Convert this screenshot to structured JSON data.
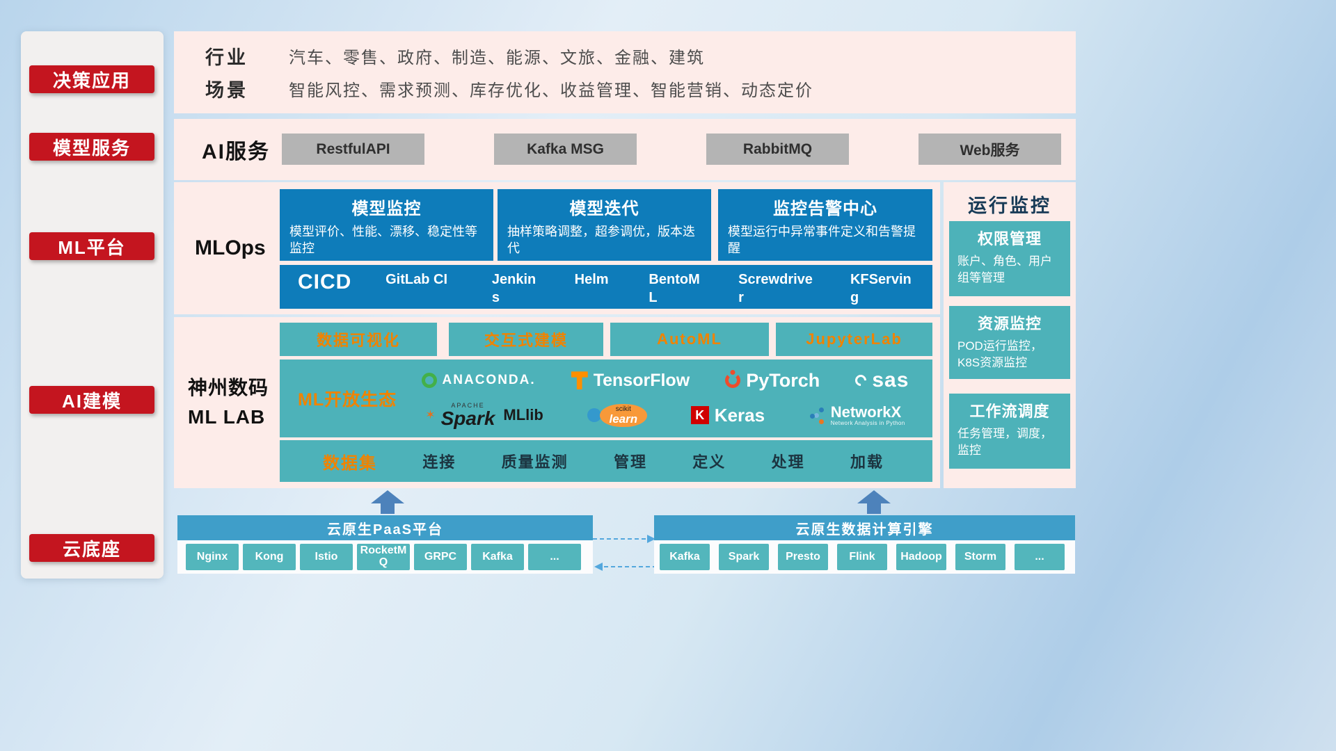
{
  "sidebar": {
    "items": [
      "决策应用",
      "模型服务",
      "ML平台",
      "AI建模",
      "云底座"
    ]
  },
  "industry_panel": {
    "rows": [
      {
        "label": "行业",
        "text": "汽车、零售、政府、制造、能源、文旅、金融、建筑"
      },
      {
        "label": "场景",
        "text": "智能风控、需求预测、库存优化、收益管理、智能营销、动态定价"
      }
    ]
  },
  "ai_service_panel": {
    "label": "AI服务",
    "buttons": [
      "RestfulAPI",
      "Kafka MSG",
      "RabbitMQ",
      "Web服务"
    ]
  },
  "mlops_panel": {
    "label": "MLOps",
    "cards": [
      {
        "title": "模型监控",
        "desc": "模型评价、性能、漂移、稳定性等监控"
      },
      {
        "title": "模型迭代",
        "desc": "抽样策略调整，超参调优，版本迭代"
      },
      {
        "title": "监控告警中心",
        "desc": "模型运行中异常事件定义和告警提醒"
      }
    ],
    "cicd_label": "CICD",
    "cicd_tools": [
      "GitLab CI",
      "Jenkins",
      "Helm",
      "BentoML",
      "Screwdriver",
      "KFServing"
    ]
  },
  "monitoring_panel": {
    "title": "运行监控",
    "cards": [
      {
        "title": "权限管理",
        "desc": "账户、角色、用户组等管理"
      },
      {
        "title": "资源监控",
        "desc": "POD运行监控，K8S资源监控"
      },
      {
        "title": "工作流调度",
        "desc": "任务管理，调度，监控"
      }
    ]
  },
  "mllab_panel": {
    "label_line1": "神州数码",
    "label_line2": "ML LAB",
    "feature_buttons": [
      "数据可视化",
      "交互式建模",
      "AutoML",
      "JupyterLab"
    ],
    "ecosystem_label": "ML开放生态",
    "logos": {
      "anaconda": "ANACONDA.",
      "tensorflow": "TensorFlow",
      "pytorch": "PyTorch",
      "sas": "sas",
      "spark_top": "APACHE",
      "spark": "Spark",
      "mllib": "MLlib",
      "scikit_top": "scikit",
      "scikit": "learn",
      "keras_k": "K",
      "keras": "Keras",
      "networkx": "NetworkX",
      "networkx_sub": "Network Analysis in Python"
    },
    "data_row_label": "数据集",
    "data_row_items": [
      "连接",
      "质量监测",
      "管理",
      "定义",
      "处理",
      "加载"
    ]
  },
  "paas_section": {
    "title": "云原生PaaS平台",
    "items": [
      "Nginx",
      "Kong",
      "Istio",
      "RocketMQ",
      "GRPC",
      "Kafka",
      "..."
    ]
  },
  "engine_section": {
    "title": "云原生数据计算引擎",
    "items": [
      "Kafka",
      "Spark",
      "Presto",
      "Flink",
      "Hadoop",
      "Storm",
      "..."
    ]
  },
  "icons": {
    "up_arrow": "solid-blue-up-arrow",
    "dashed_arrow_right": "dashed-line-arrow-right",
    "dashed_arrow_left": "dashed-line-arrow-left",
    "anaconda_icon": "green-ring",
    "tensorflow_icon": "orange-T-block",
    "pytorch_icon": "orange-open-loop-dot",
    "sas_icon": "white-swirl",
    "spark_icon": "orange-star",
    "scikit_icon": "blue-circle-orange-blob",
    "keras_icon": "red-square-K",
    "networkx_icon": "node-graph-dots"
  },
  "colors": {
    "sidebar_red": "#c4151f",
    "panel_pink": "#fdece9",
    "card_blue": "#0e7cba",
    "teal": "#4db2b9",
    "accent_orange": "#f08300",
    "gray_button": "#b4b4b4",
    "bar_blue": "#3f9ec9",
    "arrow_blue": "#4d82bb",
    "background_blue": "#bcd7ec"
  }
}
